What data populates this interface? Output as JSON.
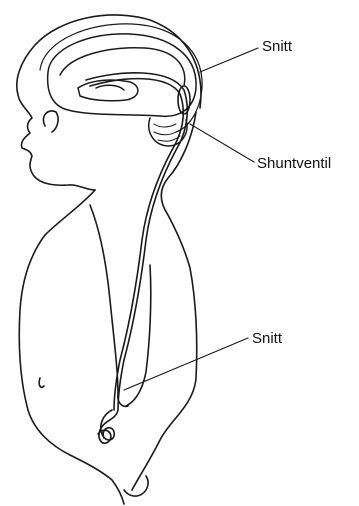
{
  "labels": {
    "incision_head": "Snitt",
    "shunt_valve": "Shuntventil",
    "incision_abdomen": "Snitt"
  },
  "colors": {
    "ink": "#1a1a1a",
    "background": "#ffffff"
  }
}
